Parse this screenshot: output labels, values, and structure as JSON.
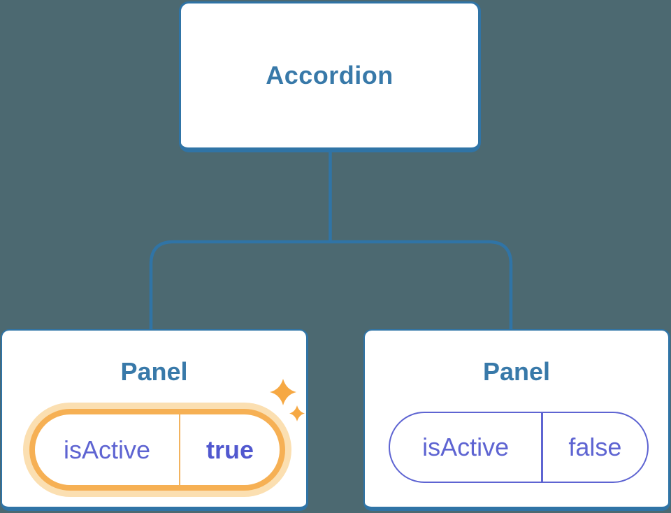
{
  "diagram": {
    "description": "Component tree: Accordion root with two Panel children holding isActive state",
    "root": {
      "label": "Accordion"
    },
    "panels": [
      {
        "title": "Panel",
        "prop_name": "isActive",
        "prop_value": "true",
        "highlighted": true
      },
      {
        "title": "Panel",
        "prop_name": "isActive",
        "prop_value": "false",
        "highlighted": false
      }
    ]
  },
  "icons": {
    "sparkle_large": "four-point-star",
    "sparkle_small": "four-point-star"
  },
  "colors": {
    "bg": "#4C6971",
    "line": "#3074A6",
    "blue-text": "#3879A9",
    "card-bg": "#FFFFFF",
    "purple": "#5E64D2",
    "purple-bold": "#5158CF",
    "orange": "#F6B054",
    "orange-glow": "#FBDFB1",
    "orange-divider": "#F2B35F",
    "sparkle": "#F6A843"
  }
}
